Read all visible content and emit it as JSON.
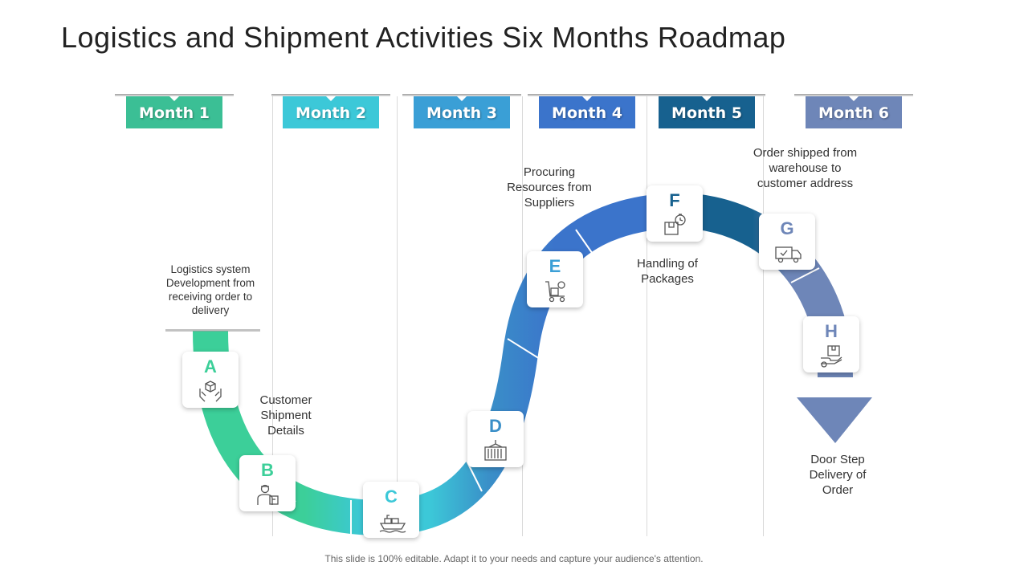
{
  "title": "Logistics and Shipment Activities Six Months Roadmap",
  "months": [
    {
      "label": "Month 1",
      "color": "#3bbf95"
    },
    {
      "label": "Month 2",
      "color": "#3cc8d8"
    },
    {
      "label": "Month 3",
      "color": "#3a9fd6"
    },
    {
      "label": "Month 4",
      "color": "#3b74cb"
    },
    {
      "label": "Month 5",
      "color": "#17618f"
    },
    {
      "label": "Month 6",
      "color": "#6e86b8"
    }
  ],
  "steps": [
    {
      "letter": "A",
      "color": "#3ccf99",
      "icon": "box-in-hands-icon"
    },
    {
      "letter": "B",
      "color": "#3ccf99",
      "icon": "delivery-person-icon"
    },
    {
      "letter": "C",
      "color": "#3cc8d8",
      "icon": "cargo-ship-icon"
    },
    {
      "letter": "D",
      "color": "#3a8fc8",
      "icon": "shipping-container-icon"
    },
    {
      "letter": "E",
      "color": "#3b9fd6",
      "icon": "hand-truck-icon"
    },
    {
      "letter": "F",
      "color": "#17618f",
      "icon": "package-timer-icon"
    },
    {
      "letter": "G",
      "color": "#6e86b8",
      "icon": "delivery-truck-icon"
    },
    {
      "letter": "H",
      "color": "#6e86b8",
      "icon": "package-in-hand-icon"
    }
  ],
  "labels": {
    "a": "Logistics system Development from receiving order to delivery",
    "b": "Customer Shipment Details",
    "e": "Procuring Resources from Suppliers",
    "f": "Handling of Packages",
    "g": "Order shipped from warehouse to customer address",
    "h": "Door Step Delivery of Order"
  },
  "footer": "This slide is 100% editable. Adapt it to your needs and capture your audience's attention."
}
